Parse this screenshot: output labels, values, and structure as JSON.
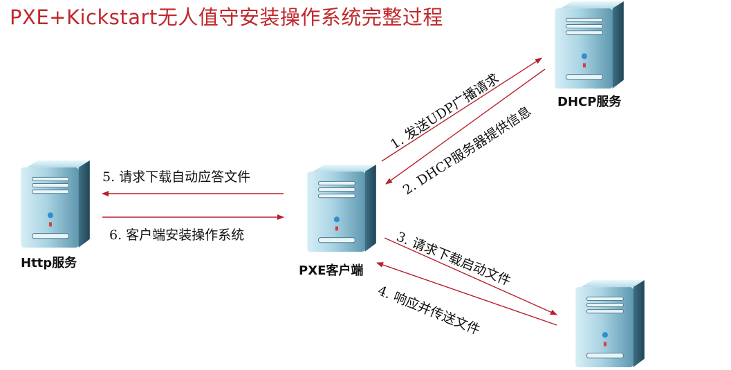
{
  "title": "PXE+Kickstart无人值守安装操作系统完整过程",
  "nodes": {
    "dhcp": "DHCP服务",
    "http": "Http服务",
    "pxe": "PXE客户端"
  },
  "steps": [
    "1. 发送UDP广播请求",
    "2. DHCP服务器提供信息",
    "3. 请求下载启动文件",
    "4. 响应并传送文件",
    "5. 请求下载自动应答文件",
    "6. 客户端安装操作系统"
  ],
  "colors": {
    "arrow": "#b8202a",
    "title": "#c0282c"
  }
}
